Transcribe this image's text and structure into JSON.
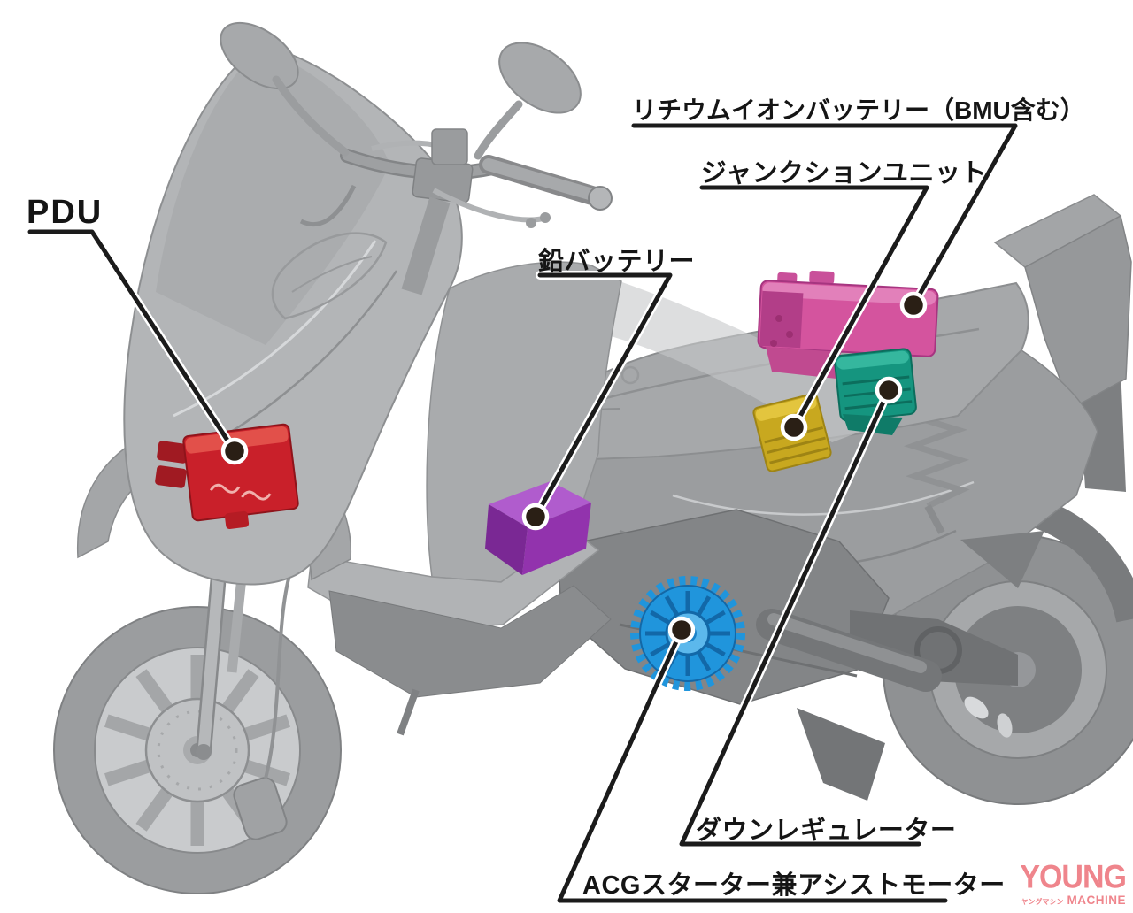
{
  "figure": {
    "background": "#ffffff",
    "leader_line_color": "#1b1b1b"
  },
  "components": [
    {
      "id": "pdu",
      "label": "PDU",
      "color": "#c9202a"
    },
    {
      "id": "lead-battery",
      "label": "鉛バッテリー",
      "color": "#9233ad"
    },
    {
      "id": "lithium-ion-battery",
      "label": "リチウムイオンバッテリー（BMU含む）",
      "color": "#d4549e"
    },
    {
      "id": "junction-unit",
      "label": "ジャンクションユニット",
      "color": "#c8a81f"
    },
    {
      "id": "down-regulator",
      "label": "ダウンレギュレーター",
      "color": "#15957f"
    },
    {
      "id": "acg-starter-assist-motor",
      "label": "ACGスターター兼アシストモーター",
      "color": "#2095dc"
    }
  ],
  "watermark": {
    "young": "YOUNG",
    "machine": "MACHINE",
    "katakana": "ヤングマシン",
    "color": "#ef858c"
  }
}
